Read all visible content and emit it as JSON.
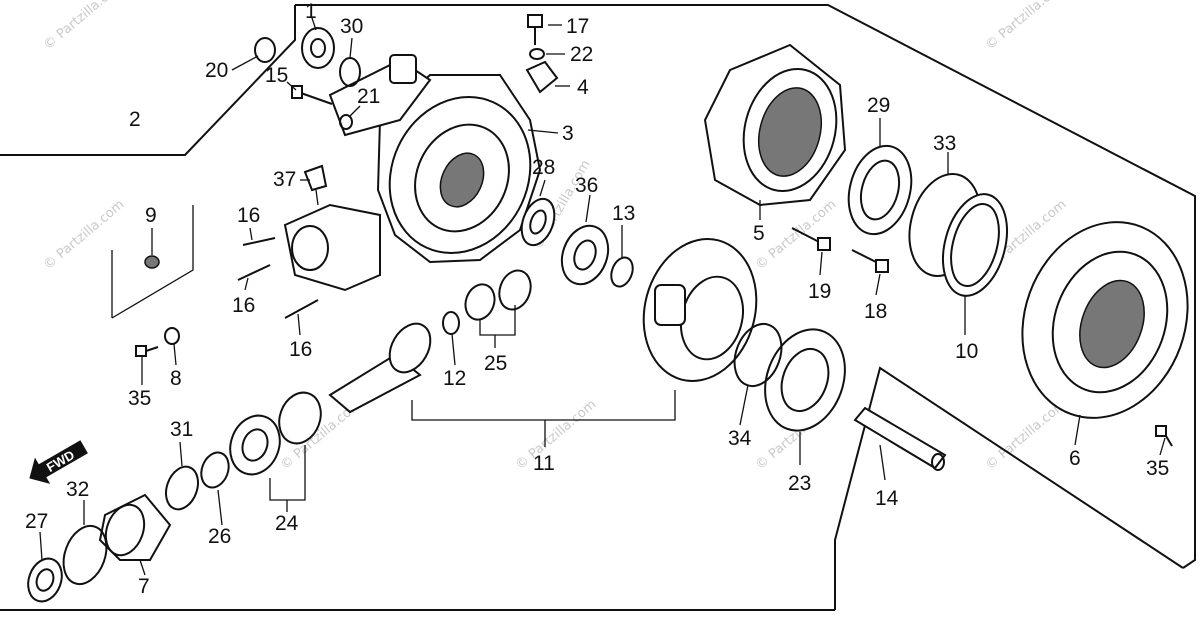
{
  "diagram": {
    "part_labels": [
      "1",
      "2",
      "3",
      "4",
      "5",
      "6",
      "7",
      "8",
      "9",
      "10",
      "11",
      "12",
      "13",
      "14",
      "15",
      "16",
      "16",
      "16",
      "17",
      "18",
      "19",
      "20",
      "21",
      "22",
      "23",
      "24",
      "25",
      "26",
      "27",
      "28",
      "29",
      "30",
      "31",
      "32",
      "33",
      "34",
      "35",
      "35",
      "36",
      "37"
    ],
    "direction_label": "FWD",
    "watermark": "© Partzilla.com"
  }
}
